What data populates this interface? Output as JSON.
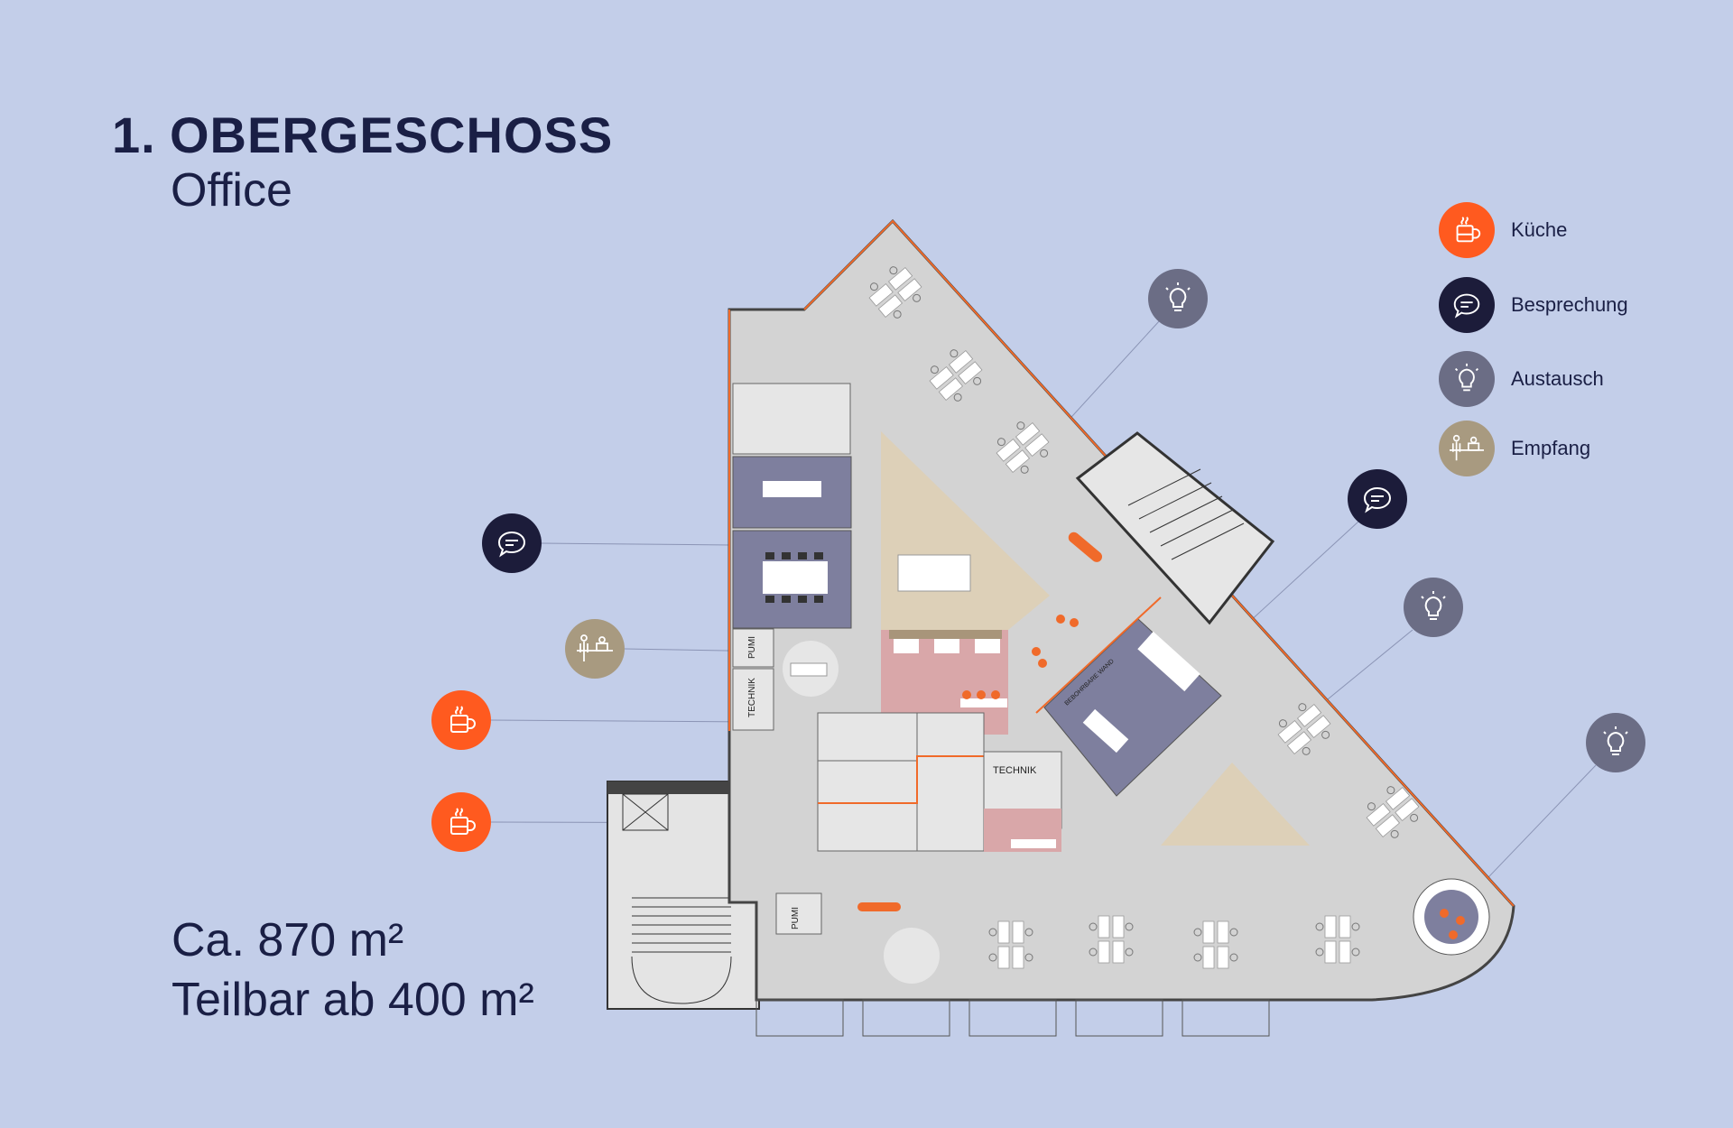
{
  "header": {
    "floor_number": "1.",
    "floor_name": "OBERGESCHOSS",
    "usage": "Office"
  },
  "area": {
    "total": "Ca. 870 m²",
    "divisible": "Teilbar ab 400 m²"
  },
  "legend": [
    {
      "icon": "coffee-cup-icon",
      "label": "Küche",
      "color": "#ff5a1f"
    },
    {
      "icon": "speech-bubble-icon",
      "label": "Besprechung",
      "color": "#1c1c3a"
    },
    {
      "icon": "lightbulb-icon",
      "label": "Austausch",
      "color": "#6b6d85"
    },
    {
      "icon": "reception-icon",
      "label": "Empfang",
      "color": "#a89a80"
    }
  ],
  "plan_labels": {
    "pumi": "PUMI",
    "technik": "TECHNIK",
    "wall": "BEBOHRBARE WAND"
  },
  "colors": {
    "background": "#c3cee9",
    "floor": "#d3d3d3",
    "meeting": "#7e7f9e",
    "kitchen": "#d9a7a9",
    "exchange": "#ddd0b8",
    "accent_line": "#f06a2a"
  }
}
